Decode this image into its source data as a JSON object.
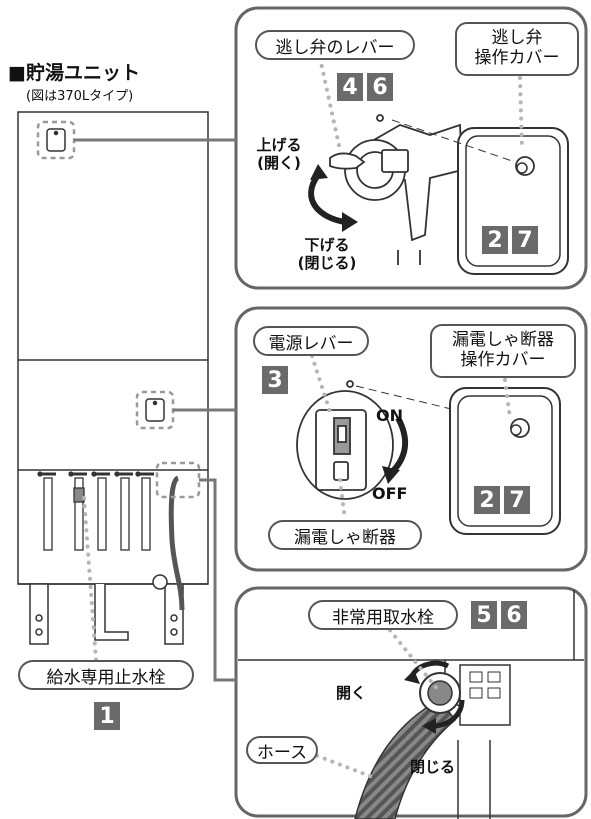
{
  "title": "■貯湯ユニット",
  "subtitle": "(図は370Lタイプ)",
  "relief_valve": {
    "lever_label": "逃し弁のレバー",
    "lever_steps": [
      "4",
      "6"
    ],
    "cover_label_line1": "逃し弁",
    "cover_label_line2": "操作カバー",
    "cover_steps": [
      "2",
      "7"
    ],
    "raise_line1": "上げる",
    "raise_line2": "(開く)",
    "lower_line1": "下げる",
    "lower_line2": "(閉じる)"
  },
  "breaker": {
    "lever_label": "電源レバー",
    "lever_steps": [
      "3"
    ],
    "cover_label_line1": "漏電しゃ断器",
    "cover_label_line2": "操作カバー",
    "cover_steps": [
      "2",
      "7"
    ],
    "on_label": "ON",
    "off_label": "OFF",
    "breaker_label": "漏電しゃ断器"
  },
  "emergency_tap": {
    "label": "非常用取水栓",
    "steps": [
      "5",
      "6"
    ],
    "open_label": "開く",
    "close_label": "閉じる",
    "hose_label": "ホース"
  },
  "water_supply": {
    "label": "給水専用止水栓",
    "steps": [
      "1"
    ]
  },
  "colors": {
    "panel_border": "#666666",
    "badge": "#6a6a6a",
    "dots": "#b5b5b5"
  }
}
